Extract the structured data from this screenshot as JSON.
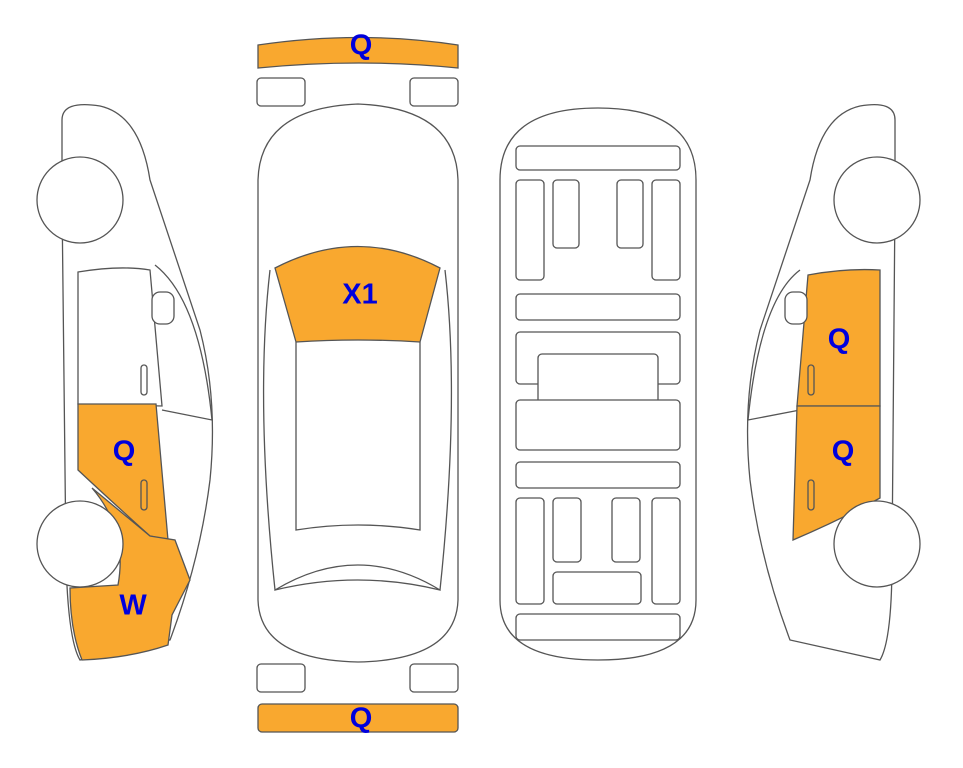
{
  "colors": {
    "damage": "#F9A82F",
    "label": "#0000DD",
    "outline": "#555555"
  },
  "panels": [
    {
      "id": "front-bumper",
      "label": "Q"
    },
    {
      "id": "windshield",
      "label": "X1"
    },
    {
      "id": "left-rear-door",
      "label": "Q"
    },
    {
      "id": "left-rear-quarter",
      "label": "W"
    },
    {
      "id": "right-front-door",
      "label": "Q"
    },
    {
      "id": "right-rear-door",
      "label": "Q"
    },
    {
      "id": "rear-bumper",
      "label": "Q"
    }
  ]
}
